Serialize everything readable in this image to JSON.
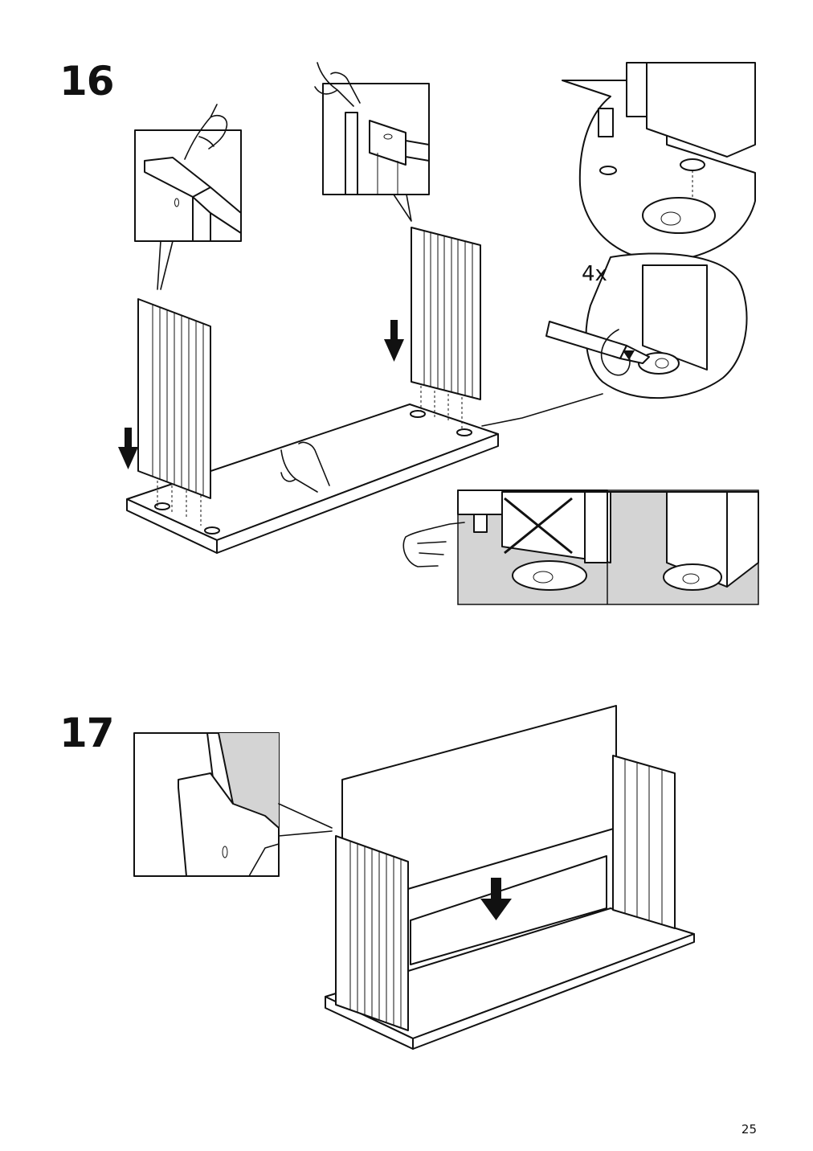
{
  "page": {
    "number": "25"
  },
  "steps": [
    {
      "id": "16",
      "label": "16",
      "quantity_label": "4x"
    },
    {
      "id": "17",
      "label": "17"
    }
  ],
  "colors": {
    "ink": "#111111",
    "shade": "#d4d4d4",
    "paper": "#ffffff"
  },
  "icons": [
    "pointing-hand-icon",
    "down-arrow-icon",
    "screwdriver-icon",
    "wrong-cross-icon",
    "rotate-arrow-icon"
  ]
}
